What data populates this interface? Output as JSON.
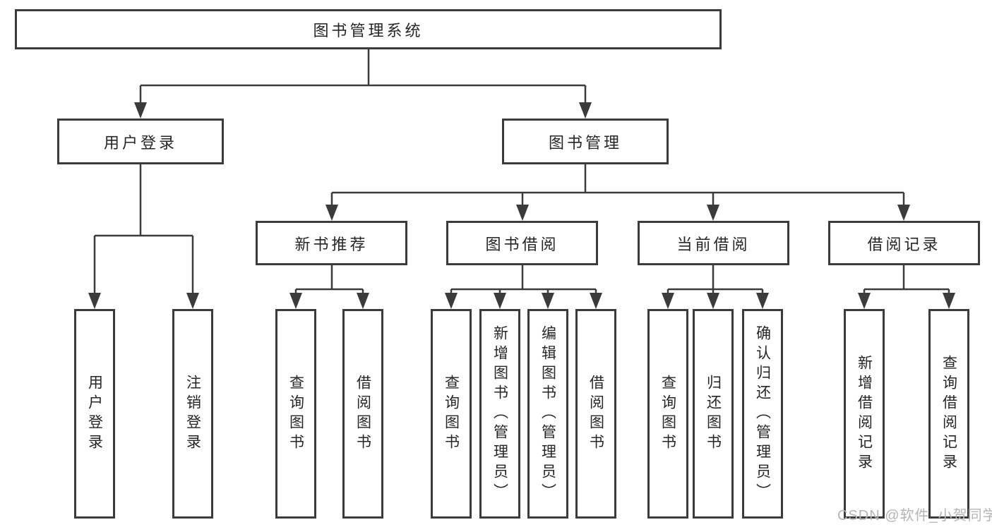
{
  "tree": {
    "label": "图书管理系统",
    "children": [
      {
        "label": "用户登录",
        "children": [
          {
            "label": "用户登录"
          },
          {
            "label": "注销登录"
          }
        ]
      },
      {
        "label": "图书管理",
        "children": [
          {
            "label": "新书推荐",
            "children": [
              {
                "label": "查询图书"
              },
              {
                "label": "借阅图书"
              }
            ]
          },
          {
            "label": "图书借阅",
            "children": [
              {
                "label": "查询图书"
              },
              {
                "label": "新增图书（管理员）"
              },
              {
                "label": "编辑图书（管理员）"
              },
              {
                "label": "借阅图书"
              }
            ]
          },
          {
            "label": "当前借阅",
            "children": [
              {
                "label": "查询图书"
              },
              {
                "label": "归还图书"
              },
              {
                "label": "确认归还（管理员）"
              }
            ]
          },
          {
            "label": "借阅记录",
            "children": [
              {
                "label": "新增借阅记录"
              },
              {
                "label": "查询借阅记录"
              }
            ]
          }
        ]
      }
    ]
  },
  "watermark": "CSDN @软件_小贺同学",
  "colors": {
    "line": "#3b3b3b",
    "box_border": "#3b3b3b",
    "text": "#262626",
    "watermark": "#b5b5b5",
    "background": "#ffffff"
  }
}
